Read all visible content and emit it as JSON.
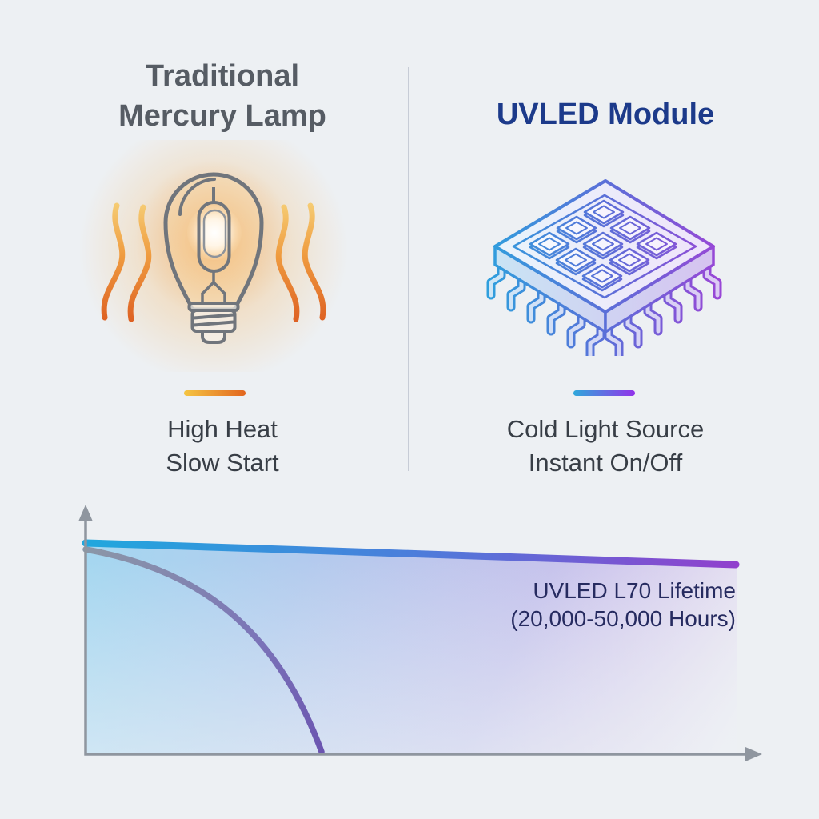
{
  "comparison": {
    "left": {
      "title_line1": "Traditional",
      "title_line2": "Mercury Lamp",
      "caption_line1": "High Heat",
      "caption_line2": "Slow Start",
      "icon": "incandescent-mercury-bulb-with-heat-waves",
      "title_color": "#565C64",
      "accent_gradient": [
        "#F5C542",
        "#E2661F"
      ],
      "glow_color": "#F4B05C"
    },
    "right": {
      "title": "UVLED Module",
      "caption_line1": "Cold Light Source",
      "caption_line2": "Instant On/Off",
      "icon": "isometric-uvled-chip-module",
      "title_color": "#1C3A8A",
      "accent_gradient": [
        "#2FA8DB",
        "#9333EA"
      ]
    },
    "divider_color": "#C7CCD6"
  },
  "chart": {
    "annotation_line1": "UVLED L70 Lifetime",
    "annotation_line2": "(20,000-50,000 Hours)",
    "annotation_color": "#262B60",
    "axis_color": "#8F969F"
  },
  "chart_data": {
    "type": "line",
    "title": "",
    "xlabel": "",
    "ylabel": "",
    "x_ticks": [],
    "y_ticks": [],
    "grid": false,
    "legend": "none",
    "x_range_normalized": [
      0,
      1
    ],
    "y_range_percent": [
      0,
      100
    ],
    "series": [
      {
        "name": "Traditional Mercury Lamp output decay",
        "color_gradient": [
          "#8B97A7",
          "#6B54B0"
        ],
        "x": [
          0,
          0.11,
          0.18,
          0.24,
          0.3,
          0.35
        ],
        "y": [
          97,
          87,
          73,
          54,
          34,
          0
        ]
      },
      {
        "name": "UVLED Module lifetime line",
        "color_gradient": [
          "#21A7DD",
          "#9140CD"
        ],
        "x": [
          0,
          0.5,
          0.97
        ],
        "y": [
          100,
          96,
          90
        ]
      }
    ],
    "area_fill": "gradient #A5D7F0 (left) to #C9B0E9 (right), fading to background toward bottom",
    "annotations": [
      "UVLED L70 Lifetime (20,000-50,000 Hours)"
    ]
  }
}
